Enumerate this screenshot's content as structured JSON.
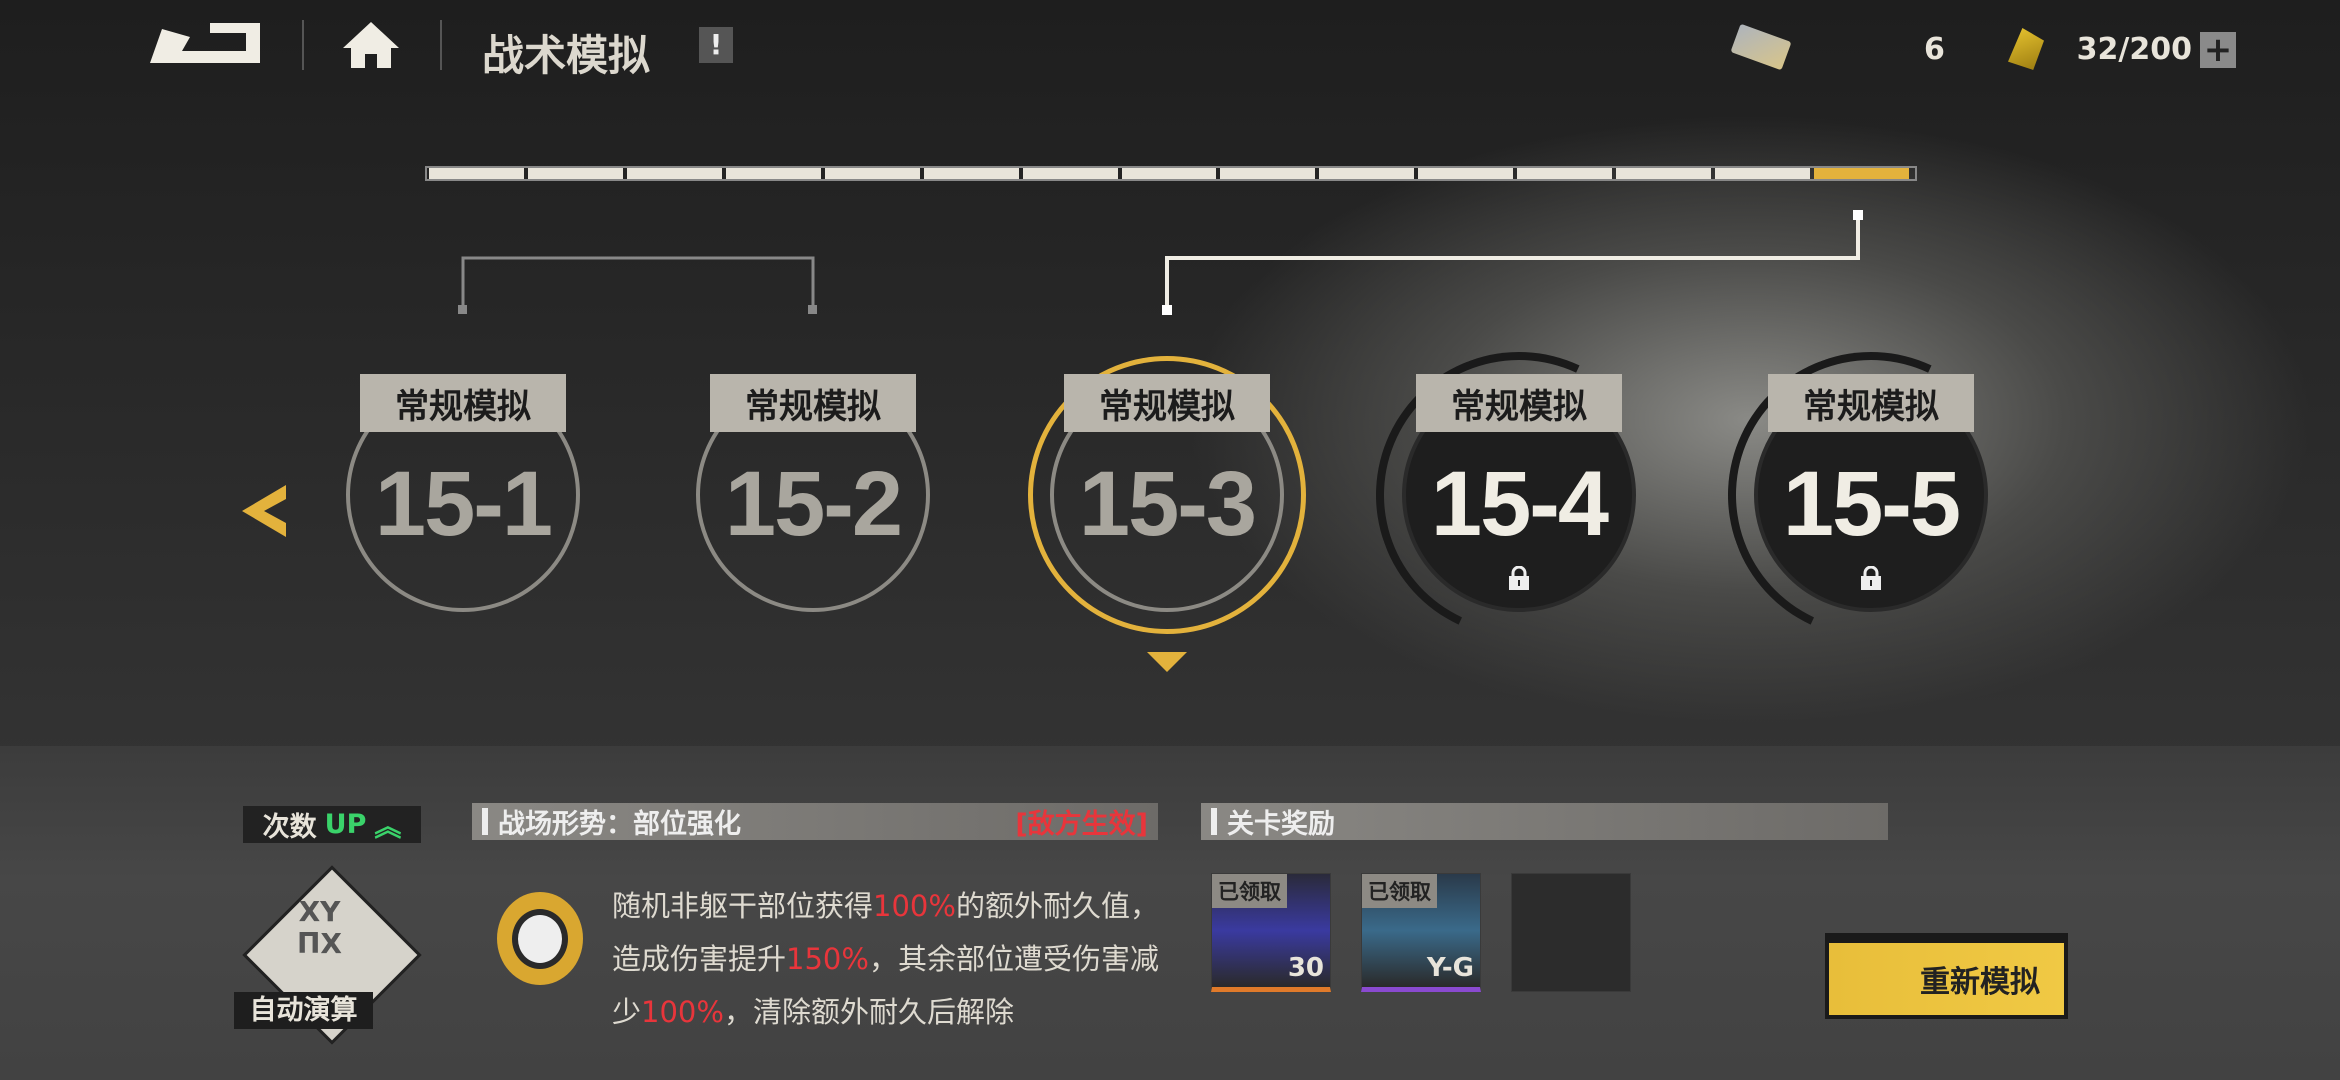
{
  "topbar": {
    "title": "战术模拟",
    "info_badge": "!",
    "currency1_count": "6",
    "stamina": "32/200",
    "plus": "+",
    "back_icon": "back-arrow-icon",
    "home_icon": "home-icon"
  },
  "progress": {
    "segments": 15,
    "current": 15,
    "accent": "#e3b23c"
  },
  "stages": [
    {
      "label": "常规模拟",
      "id": "15-1",
      "locked": false,
      "selected": false
    },
    {
      "label": "常规模拟",
      "id": "15-2",
      "locked": false,
      "selected": false
    },
    {
      "label": "常规模拟",
      "id": "15-3",
      "locked": false,
      "selected": true
    },
    {
      "label": "常规模拟",
      "id": "15-4",
      "locked": true,
      "selected": false
    },
    {
      "label": "常规模拟",
      "id": "15-5",
      "locked": true,
      "selected": false
    }
  ],
  "bottom": {
    "count_label": "次数",
    "count_up": "UP",
    "auto_label": "自动演算",
    "battlefield_title": "战场形势：部位强化",
    "battlefield_tag": "[敌方生效]",
    "desc": [
      {
        "t": "随机非躯干部位获得"
      },
      {
        "t": "100%",
        "red": true
      },
      {
        "t": "的额外耐久值，造成伤害提升"
      },
      {
        "t": "150%",
        "red": true
      },
      {
        "t": "，其余部位遭受伤害减少"
      },
      {
        "t": "100%",
        "red": true
      },
      {
        "t": "，清除额外耐久后解除"
      }
    ],
    "rewards_title": "关卡奖励",
    "rewards": [
      {
        "status": "已领取",
        "count": "30",
        "color": "#e07a2a"
      },
      {
        "status": "已领取",
        "count": "Y-G",
        "color": "#8a4ad0"
      },
      {
        "status": "",
        "count": ""
      }
    ],
    "resim_label": "重新模拟"
  },
  "colors": {
    "accent": "#e3b23c",
    "green": "#3ad36a",
    "red": "#e8353b"
  }
}
